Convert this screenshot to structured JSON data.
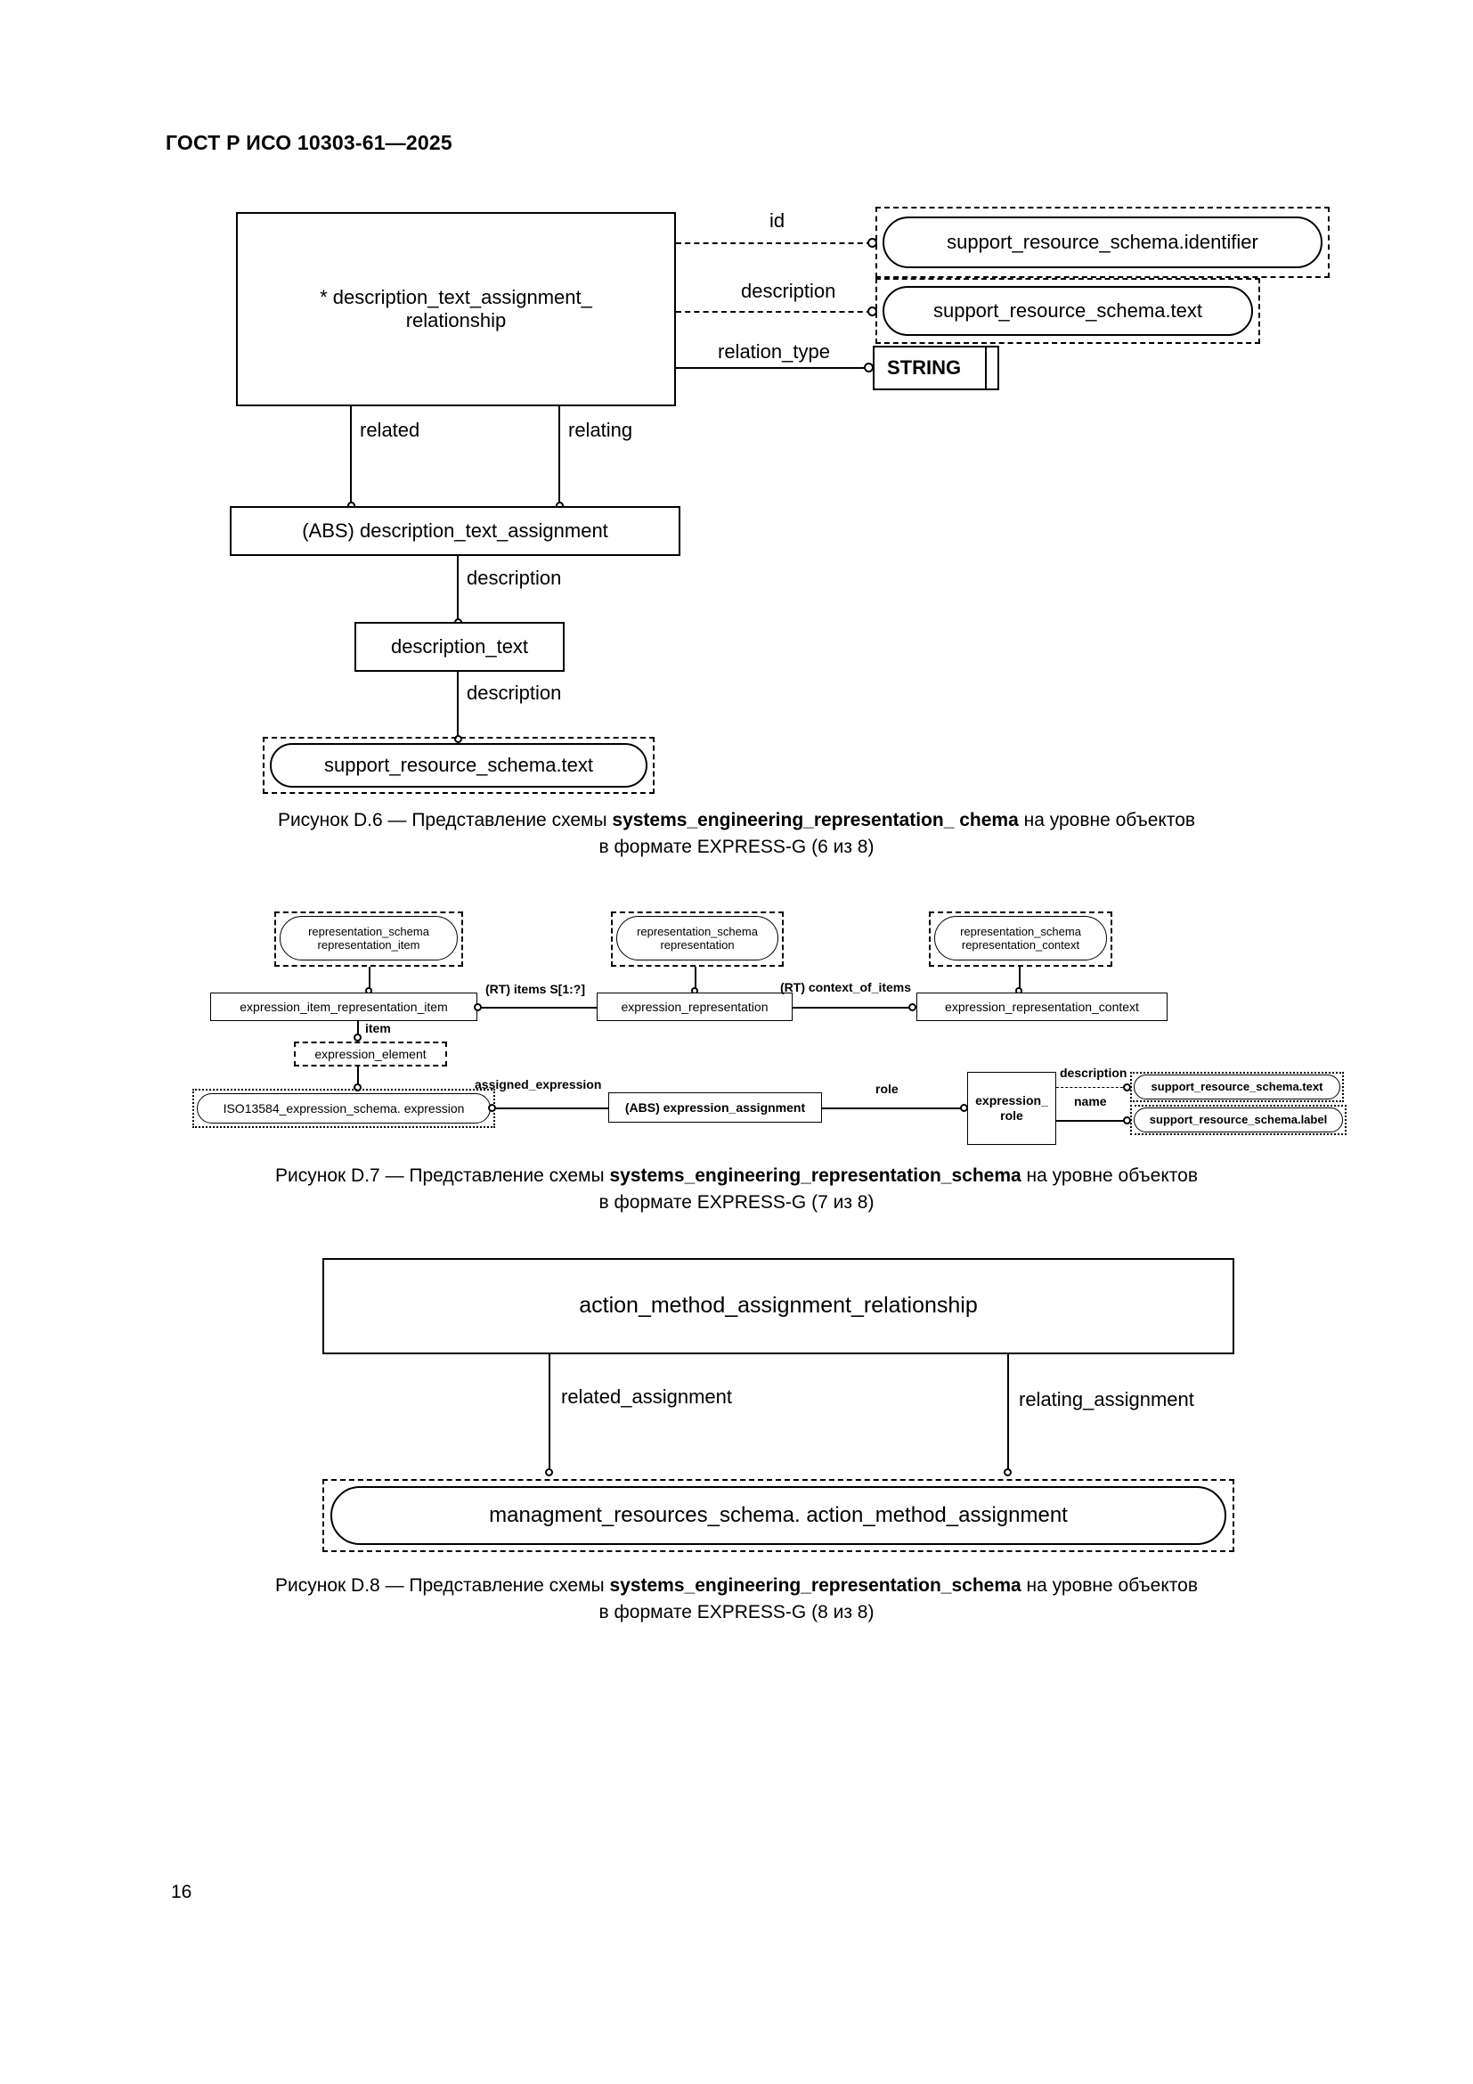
{
  "header": {
    "standard": "ГОСТ Р ИСО 10303-61—2025"
  },
  "footer": {
    "page_number": "16"
  },
  "figures": [
    {
      "id": "D.6",
      "caption_line1_prefix": "Рисунок D.6 — Представление схемы ",
      "caption_schema": "systems_engineering_representation_ chema",
      "caption_line1_suffix": " на уровне объектов",
      "caption_line2": "в  формате EXPRESS-G (6 из 8)",
      "nodes": {
        "main_entity": "* description_text_assignment_\nrelationship",
        "main_entity_l1": "* description_text_assignment_",
        "main_entity_l2": "relationship",
        "identifier_type": "support_resource_schema.identifier",
        "text_type": "support_resource_schema.text",
        "string_primitive": "STRING",
        "abs_assignment": "(ABS) description_text_assignment",
        "description_text": "description_text",
        "text_type_bottom": "support_resource_schema.text"
      },
      "edge_labels": {
        "id": "id",
        "description_top": "description",
        "relation_type": "relation_type",
        "related": "related",
        "relating": "relating",
        "description_mid": "description",
        "description_low": "description"
      }
    },
    {
      "id": "D.7",
      "caption_line1_prefix": "Рисунок D.7 — Представление схемы ",
      "caption_schema": "systems_engineering_representation_schema",
      "caption_line1_suffix": " на уровне объектов",
      "caption_line2": "в  формате EXPRESS-G (7 из 8)",
      "nodes": {
        "rep_schema_item_l1": "representation_schema",
        "rep_schema_item_l2": "representation_item",
        "rep_schema_rep_l1": "representation_schema",
        "rep_schema_rep_l2": "representation",
        "rep_schema_ctx_l1": "representation_schema",
        "rep_schema_ctx_l2": "representation_context",
        "expr_item_rep_item": "expression_item_representation_item",
        "expr_representation": "expression_representation",
        "expr_rep_context": "expression_representation_context",
        "expression_element": "expression_element",
        "iso_expression": "ISO13584_expression_schema. expression",
        "abs_expr_assignment": "(ABS) expression_assignment",
        "expression_role_l1": "expression_",
        "expression_role_l2": "role",
        "srs_text": "support_resource_schema.text",
        "srs_label": "support_resource_schema.label"
      },
      "edge_labels": {
        "rt_items": "(RT) items S[1:?]",
        "rt_context_of_items": "(RT) context_of_items",
        "item": "item",
        "assigned_expression": "assigned_expression",
        "role": "role",
        "description": "description",
        "name": "name"
      }
    },
    {
      "id": "D.8",
      "caption_line1_prefix": "Рисунок D.8 — Представление схемы ",
      "caption_schema": "systems_engineering_representation_schema",
      "caption_line1_suffix": " на уровне объектов",
      "caption_line2": "в  формате EXPRESS-G (8 из 8)",
      "nodes": {
        "main_entity": "action_method_assignment_relationship",
        "assignment_type": "managment_resources_schema. action_method_assignment"
      },
      "edge_labels": {
        "related_assignment": "related_assignment",
        "relating_assignment": "relating_assignment"
      }
    }
  ]
}
